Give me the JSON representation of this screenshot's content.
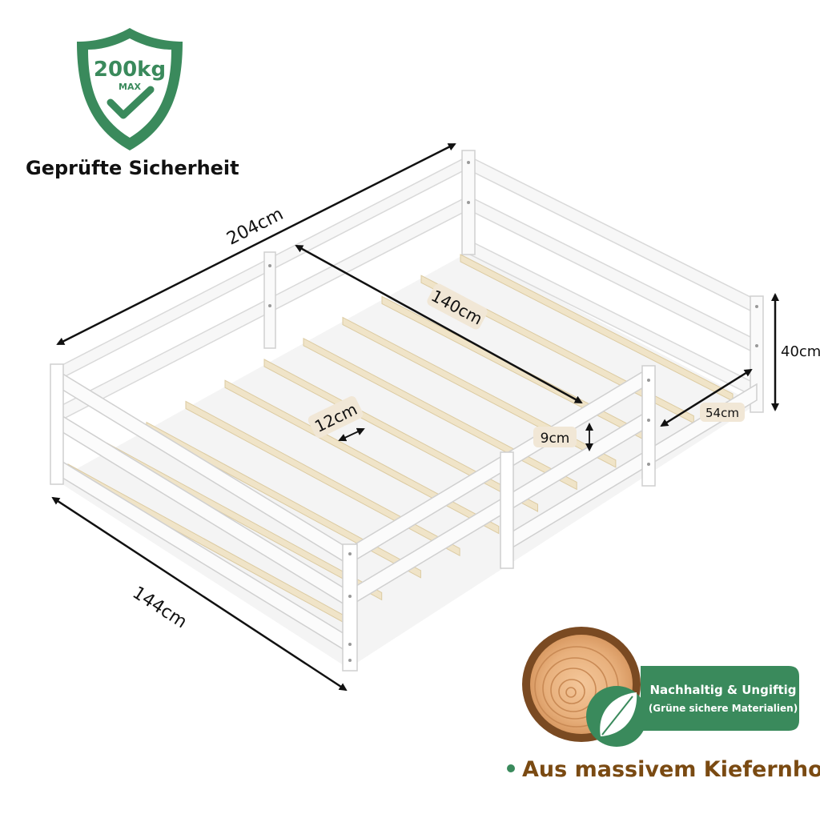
{
  "badge": {
    "weight": "200kg",
    "max": "MAX",
    "caption": "Geprüfte Sicherheit",
    "color": "#3a8a5c"
  },
  "dimensions": {
    "length": "204cm",
    "width": "144cm",
    "inner_length": "140cm",
    "slat_spacing": "12cm",
    "slat_height": "9cm",
    "height": "40cm",
    "entry_gap": "54cm"
  },
  "material": {
    "tag_line1": "Nachhaltig & Ungiftig",
    "tag_line2": "(Grüne sichere Materialien)",
    "headline": "Aus massivem Kiefernholz",
    "tag_color": "#3a8a5c",
    "headline_color": "#7a4a12",
    "icon": "wood-slice-icon"
  },
  "product": {
    "icon": "bed-frame-illustration"
  }
}
